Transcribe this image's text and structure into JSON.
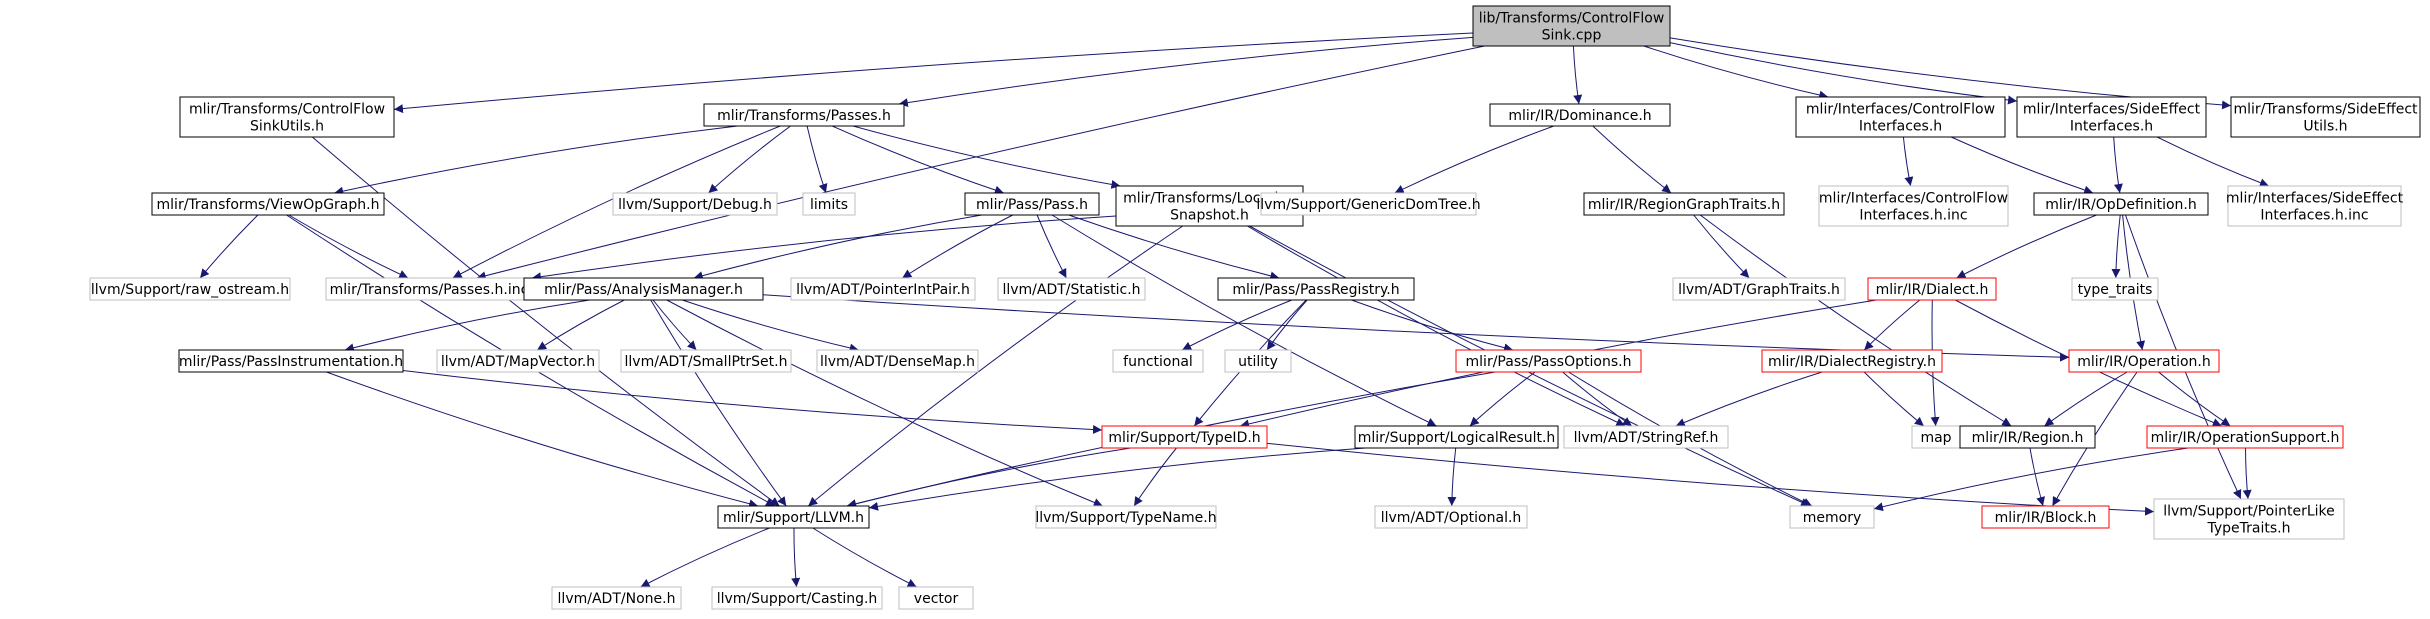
{
  "colors": {
    "edge": "#191970",
    "border_default": "#000000",
    "border_truncated": "#ff0000",
    "border_external": "#bfbfbf",
    "root_fill": "#bfbfbf",
    "text_default": "#000000",
    "text_external": "#000000"
  },
  "nodes": [
    {
      "id": "root",
      "lines": [
        "lib/Transforms/ControlFlow",
        "Sink.cpp"
      ],
      "style": "root"
    },
    {
      "id": "cfsinkutils",
      "lines": [
        "mlir/Transforms/ControlFlow",
        "SinkUtils.h"
      ],
      "style": "normal"
    },
    {
      "id": "passes",
      "lines": [
        "mlir/Transforms/Passes.h"
      ],
      "style": "normal"
    },
    {
      "id": "dominance",
      "lines": [
        "mlir/IR/Dominance.h"
      ],
      "style": "normal"
    },
    {
      "id": "cfinterfaces",
      "lines": [
        "mlir/Interfaces/ControlFlow",
        "Interfaces.h"
      ],
      "style": "normal"
    },
    {
      "id": "seinterfaces",
      "lines": [
        "mlir/Interfaces/SideEffect",
        "Interfaces.h"
      ],
      "style": "normal"
    },
    {
      "id": "seutils",
      "lines": [
        "mlir/Transforms/SideEffect",
        "Utils.h"
      ],
      "style": "normal"
    },
    {
      "id": "viewopgraph",
      "lines": [
        "mlir/Transforms/ViewOpGraph.h"
      ],
      "style": "normal"
    },
    {
      "id": "debug",
      "lines": [
        "llvm/Support/Debug.h"
      ],
      "style": "external"
    },
    {
      "id": "limits",
      "lines": [
        "limits"
      ],
      "style": "external"
    },
    {
      "id": "passh",
      "lines": [
        "mlir/Pass/Pass.h"
      ],
      "style": "normal"
    },
    {
      "id": "locsnap",
      "lines": [
        "mlir/Transforms/Location",
        "Snapshot.h"
      ],
      "style": "normal"
    },
    {
      "id": "gendomtree",
      "lines": [
        "llvm/Support/GenericDomTree.h"
      ],
      "style": "external"
    },
    {
      "id": "regiongraph",
      "lines": [
        "mlir/IR/RegionGraphTraits.h"
      ],
      "style": "normal"
    },
    {
      "id": "cfinc",
      "lines": [
        "mlir/Interfaces/ControlFlow",
        "Interfaces.h.inc"
      ],
      "style": "external"
    },
    {
      "id": "opdef",
      "lines": [
        "mlir/IR/OpDefinition.h"
      ],
      "style": "normal"
    },
    {
      "id": "seinc",
      "lines": [
        "mlir/Interfaces/SideEffect",
        "Interfaces.h.inc"
      ],
      "style": "external"
    },
    {
      "id": "rawostream",
      "lines": [
        "llvm/Support/raw_ostream.h"
      ],
      "style": "external"
    },
    {
      "id": "passesinc",
      "lines": [
        "mlir/Transforms/Passes.h.inc"
      ],
      "style": "external"
    },
    {
      "id": "analysismgr",
      "lines": [
        "mlir/Pass/AnalysisManager.h"
      ],
      "style": "normal"
    },
    {
      "id": "ptrintpair",
      "lines": [
        "llvm/ADT/PointerIntPair.h"
      ],
      "style": "external"
    },
    {
      "id": "statistic",
      "lines": [
        "llvm/ADT/Statistic.h"
      ],
      "style": "external"
    },
    {
      "id": "passregistry",
      "lines": [
        "mlir/Pass/PassRegistry.h"
      ],
      "style": "normal"
    },
    {
      "id": "graphtraits",
      "lines": [
        "llvm/ADT/GraphTraits.h"
      ],
      "style": "external"
    },
    {
      "id": "dialect",
      "lines": [
        "mlir/IR/Dialect.h"
      ],
      "style": "truncated"
    },
    {
      "id": "typetraits",
      "lines": [
        "type_traits"
      ],
      "style": "external"
    },
    {
      "id": "passinstr",
      "lines": [
        "mlir/Pass/PassInstrumentation.h"
      ],
      "style": "normal"
    },
    {
      "id": "mapvector",
      "lines": [
        "llvm/ADT/MapVector.h"
      ],
      "style": "external"
    },
    {
      "id": "smallptrset",
      "lines": [
        "llvm/ADT/SmallPtrSet.h"
      ],
      "style": "external"
    },
    {
      "id": "densemap",
      "lines": [
        "llvm/ADT/DenseMap.h"
      ],
      "style": "external"
    },
    {
      "id": "functional",
      "lines": [
        "functional"
      ],
      "style": "external"
    },
    {
      "id": "utility",
      "lines": [
        "utility"
      ],
      "style": "external"
    },
    {
      "id": "passoptions",
      "lines": [
        "mlir/Pass/PassOptions.h"
      ],
      "style": "truncated"
    },
    {
      "id": "dialectreg",
      "lines": [
        "mlir/IR/DialectRegistry.h"
      ],
      "style": "truncated"
    },
    {
      "id": "operation",
      "lines": [
        "mlir/IR/Operation.h"
      ],
      "style": "truncated"
    },
    {
      "id": "typeid",
      "lines": [
        "mlir/Support/TypeID.h"
      ],
      "style": "truncated"
    },
    {
      "id": "logicalresult",
      "lines": [
        "mlir/Support/LogicalResult.h"
      ],
      "style": "normal"
    },
    {
      "id": "stringref",
      "lines": [
        "llvm/ADT/StringRef.h"
      ],
      "style": "external"
    },
    {
      "id": "map",
      "lines": [
        "map"
      ],
      "style": "external"
    },
    {
      "id": "region",
      "lines": [
        "mlir/IR/Region.h"
      ],
      "style": "normal"
    },
    {
      "id": "opsupport",
      "lines": [
        "mlir/IR/OperationSupport.h"
      ],
      "style": "truncated"
    },
    {
      "id": "llvmh",
      "lines": [
        "mlir/Support/LLVM.h"
      ],
      "style": "normal"
    },
    {
      "id": "typename",
      "lines": [
        "llvm/Support/TypeName.h"
      ],
      "style": "external"
    },
    {
      "id": "optional",
      "lines": [
        "llvm/ADT/Optional.h"
      ],
      "style": "external"
    },
    {
      "id": "memory",
      "lines": [
        "memory"
      ],
      "style": "external"
    },
    {
      "id": "block",
      "lines": [
        "mlir/IR/Block.h"
      ],
      "style": "truncated"
    },
    {
      "id": "ptrliketraits",
      "lines": [
        "llvm/Support/PointerLike",
        "TypeTraits.h"
      ],
      "style": "external"
    },
    {
      "id": "none",
      "lines": [
        "llvm/ADT/None.h"
      ],
      "style": "external"
    },
    {
      "id": "casting",
      "lines": [
        "llvm/Support/Casting.h"
      ],
      "style": "external"
    },
    {
      "id": "vector",
      "lines": [
        "vector"
      ],
      "style": "external"
    }
  ],
  "edges": [
    [
      "root",
      "cfsinkutils"
    ],
    [
      "root",
      "passes"
    ],
    [
      "root",
      "passesinc"
    ],
    [
      "root",
      "dominance"
    ],
    [
      "root",
      "cfinterfaces"
    ],
    [
      "root",
      "seinterfaces"
    ],
    [
      "root",
      "seutils"
    ],
    [
      "cfsinkutils",
      "llvmh"
    ],
    [
      "passes",
      "viewopgraph"
    ],
    [
      "passes",
      "passesinc"
    ],
    [
      "passes",
      "debug"
    ],
    [
      "passes",
      "limits"
    ],
    [
      "passes",
      "passh"
    ],
    [
      "passes",
      "locsnap"
    ],
    [
      "viewopgraph",
      "rawostream"
    ],
    [
      "viewopgraph",
      "passesinc"
    ],
    [
      "viewopgraph",
      "llvmh"
    ],
    [
      "passh",
      "analysismgr"
    ],
    [
      "passh",
      "ptrintpair"
    ],
    [
      "passh",
      "statistic"
    ],
    [
      "passh",
      "passregistry"
    ],
    [
      "passh",
      "logicalresult"
    ],
    [
      "locsnap",
      "passesinc"
    ],
    [
      "locsnap",
      "llvmh"
    ],
    [
      "locsnap",
      "stringref"
    ],
    [
      "locsnap",
      "memory"
    ],
    [
      "dominance",
      "gendomtree"
    ],
    [
      "dominance",
      "regiongraph"
    ],
    [
      "regiongraph",
      "graphtraits"
    ],
    [
      "regiongraph",
      "region"
    ],
    [
      "cfinterfaces",
      "cfinc"
    ],
    [
      "cfinterfaces",
      "opdef"
    ],
    [
      "seinterfaces",
      "opdef"
    ],
    [
      "seinterfaces",
      "seinc"
    ],
    [
      "opdef",
      "dialect"
    ],
    [
      "opdef",
      "typetraits"
    ],
    [
      "opdef",
      "operation"
    ],
    [
      "opdef",
      "ptrliketraits"
    ],
    [
      "analysismgr",
      "passinstr"
    ],
    [
      "analysismgr",
      "mapvector"
    ],
    [
      "analysismgr",
      "smallptrset"
    ],
    [
      "analysismgr",
      "densemap"
    ],
    [
      "analysismgr",
      "operation"
    ],
    [
      "analysismgr",
      "typename"
    ],
    [
      "analysismgr",
      "llvmh"
    ],
    [
      "passinstr",
      "typeid"
    ],
    [
      "passinstr",
      "llvmh"
    ],
    [
      "passregistry",
      "functional"
    ],
    [
      "passregistry",
      "utility"
    ],
    [
      "passregistry",
      "passoptions"
    ],
    [
      "passregistry",
      "typeid"
    ],
    [
      "dialect",
      "dialectreg"
    ],
    [
      "dialect",
      "typeid"
    ],
    [
      "dialect",
      "map"
    ],
    [
      "dialect",
      "opsupport"
    ],
    [
      "passoptions",
      "logicalresult"
    ],
    [
      "passoptions",
      "stringref"
    ],
    [
      "passoptions",
      "llvmh"
    ],
    [
      "passoptions",
      "memory"
    ],
    [
      "dialectreg",
      "stringref"
    ],
    [
      "dialectreg",
      "map"
    ],
    [
      "operation",
      "region"
    ],
    [
      "operation",
      "block"
    ],
    [
      "operation",
      "opsupport"
    ],
    [
      "typeid",
      "llvmh"
    ],
    [
      "typeid",
      "typename"
    ],
    [
      "typeid",
      "ptrliketraits"
    ],
    [
      "logicalresult",
      "llvmh"
    ],
    [
      "logicalresult",
      "optional"
    ],
    [
      "region",
      "block"
    ],
    [
      "opsupport",
      "memory"
    ],
    [
      "opsupport",
      "ptrliketraits"
    ],
    [
      "llvmh",
      "none"
    ],
    [
      "llvmh",
      "casting"
    ],
    [
      "llvmh",
      "vector"
    ]
  ]
}
